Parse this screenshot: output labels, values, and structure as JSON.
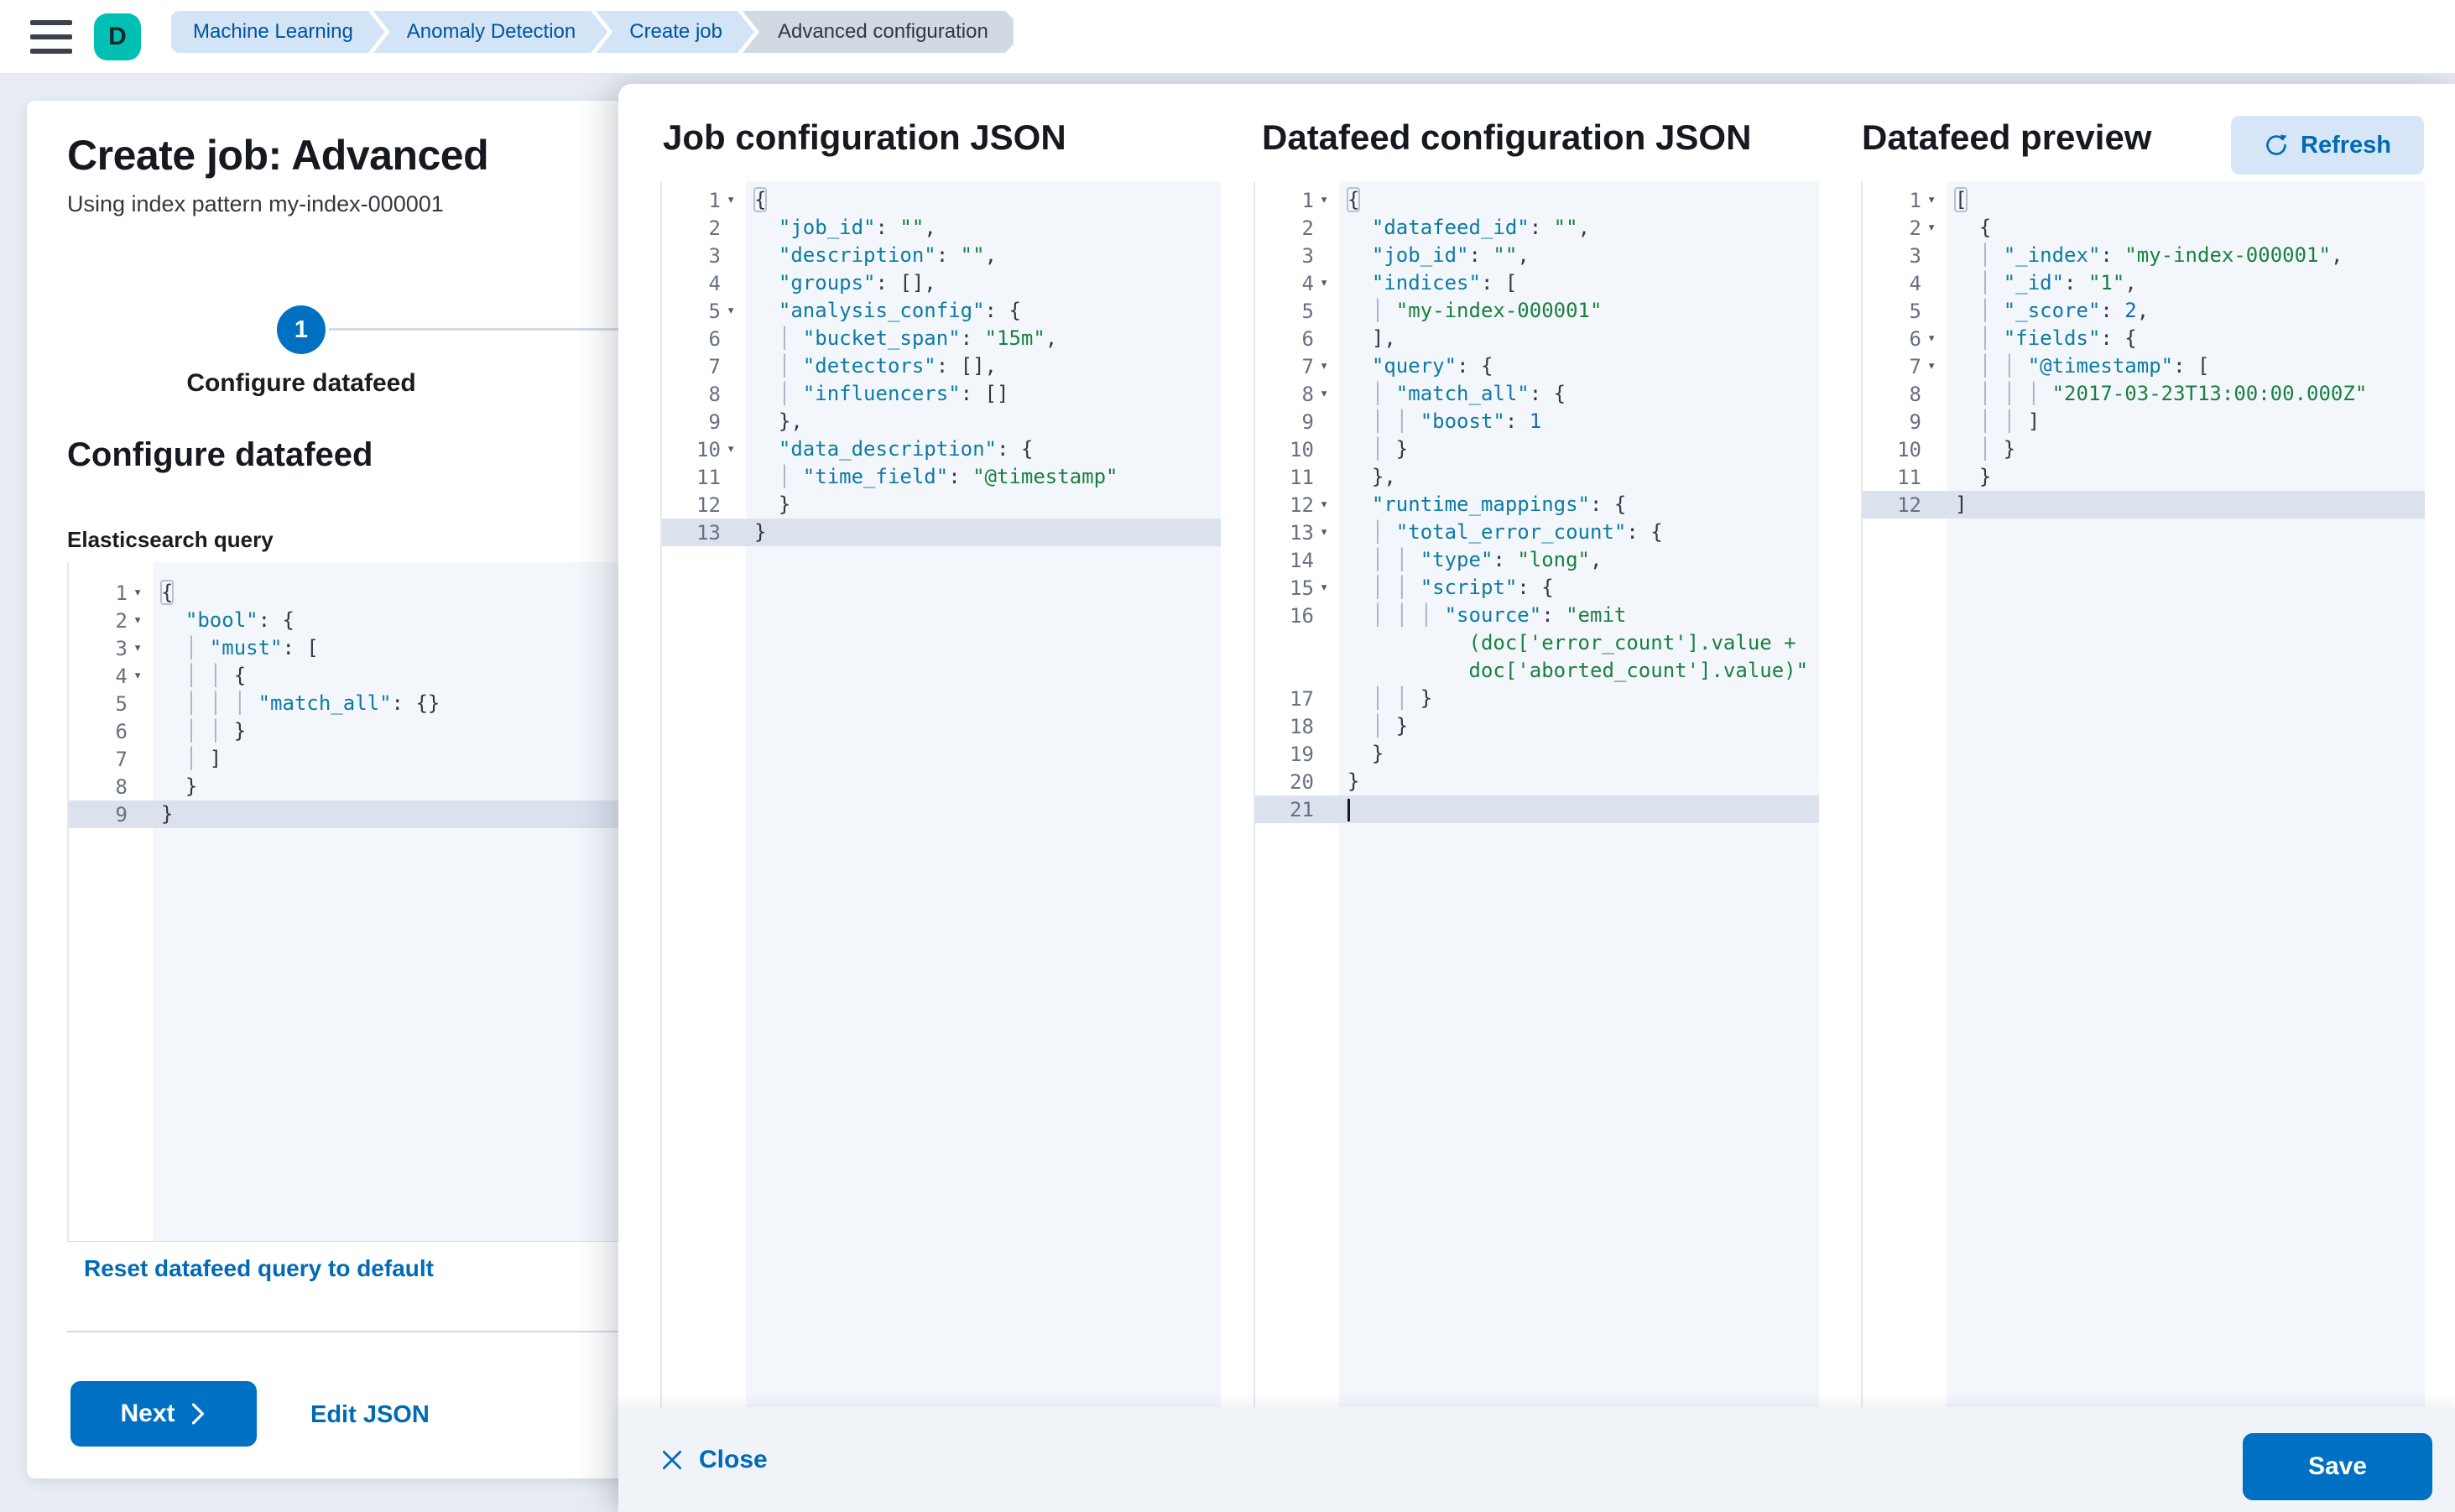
{
  "header": {
    "menu_icon": "menu-icon",
    "avatar_initial": "D",
    "breadcrumbs": [
      {
        "label": "Machine Learning",
        "current": false
      },
      {
        "label": "Anomaly Detection",
        "current": false
      },
      {
        "label": "Create job",
        "current": false
      },
      {
        "label": "Advanced configuration",
        "current": true
      }
    ]
  },
  "wizard": {
    "title": "Create job: Advanced",
    "subtitle": "Using index pattern my-index-000001",
    "step_number": "1",
    "step_label": "Configure datafeed",
    "section_heading": "Configure datafeed",
    "query_label": "Elasticsearch query",
    "reset_link": "Reset datafeed query to default",
    "next_label": "Next",
    "edit_json_label": "Edit JSON"
  },
  "flyout": {
    "panel_titles": [
      "Job configuration JSON",
      "Datafeed configuration JSON",
      "Datafeed preview"
    ],
    "refresh_label": "Refresh",
    "close_label": "Close",
    "save_label": "Save"
  },
  "colors": {
    "primary_button": "#0071c2",
    "link": "#006bb4",
    "avatar_teal": "#00bfb3",
    "breadcrumb_bg": "#d2e4f6",
    "breadcrumb_text": "#00539e",
    "breadcrumb_current_bg": "#d3d9e3",
    "code_key": "#0d7ba2",
    "code_string": "#1a8040",
    "code_number": "#1766c2",
    "code_punct": "#343741",
    "code_bg": "#f3f6fb",
    "code_active_line": "#dbe2ee",
    "step_circle": "#0071c2"
  },
  "editors": {
    "esQuery": {
      "lines": [
        [
          1,
          0,
          1,
          0,
          [
            [
              "pb",
              "{"
            ]
          ]
        ],
        [
          2,
          2,
          1,
          0,
          [
            [
              "k",
              "\"bool\""
            ],
            [
              "p",
              ": {"
            ]
          ]
        ],
        [
          3,
          4,
          1,
          0,
          [
            [
              "k",
              "\"must\""
            ],
            [
              "p",
              ": ["
            ]
          ]
        ],
        [
          4,
          6,
          1,
          0,
          [
            [
              "p",
              "{"
            ]
          ]
        ],
        [
          5,
          8,
          0,
          0,
          [
            [
              "k",
              "\"match_all\""
            ],
            [
              "p",
              ": {}"
            ]
          ]
        ],
        [
          6,
          6,
          0,
          0,
          [
            [
              "p",
              "}"
            ]
          ]
        ],
        [
          7,
          4,
          0,
          0,
          [
            [
              "p",
              "]"
            ]
          ]
        ],
        [
          8,
          2,
          0,
          0,
          [
            [
              "p",
              "}"
            ]
          ]
        ],
        [
          9,
          0,
          0,
          1,
          [
            [
              "p",
              "}"
            ]
          ]
        ]
      ]
    },
    "jobJson": {
      "lines": [
        [
          1,
          0,
          1,
          0,
          [
            [
              "pb",
              "{"
            ]
          ]
        ],
        [
          2,
          2,
          0,
          0,
          [
            [
              "k",
              "\"job_id\""
            ],
            [
              "p",
              ": "
            ],
            [
              "s",
              "\"\""
            ],
            [
              "p",
              ","
            ]
          ]
        ],
        [
          3,
          2,
          0,
          0,
          [
            [
              "k",
              "\"description\""
            ],
            [
              "p",
              ": "
            ],
            [
              "s",
              "\"\""
            ],
            [
              "p",
              ","
            ]
          ]
        ],
        [
          4,
          2,
          0,
          0,
          [
            [
              "k",
              "\"groups\""
            ],
            [
              "p",
              ": [],"
            ]
          ]
        ],
        [
          5,
          2,
          1,
          0,
          [
            [
              "k",
              "\"analysis_config\""
            ],
            [
              "p",
              ": {"
            ]
          ]
        ],
        [
          6,
          4,
          0,
          0,
          [
            [
              "k",
              "\"bucket_span\""
            ],
            [
              "p",
              ": "
            ],
            [
              "s",
              "\"15m\""
            ],
            [
              "p",
              ","
            ]
          ]
        ],
        [
          7,
          4,
          0,
          0,
          [
            [
              "k",
              "\"detectors\""
            ],
            [
              "p",
              ": [],"
            ]
          ]
        ],
        [
          8,
          4,
          0,
          0,
          [
            [
              "k",
              "\"influencers\""
            ],
            [
              "p",
              ": []"
            ]
          ]
        ],
        [
          9,
          2,
          0,
          0,
          [
            [
              "p",
              "},"
            ]
          ]
        ],
        [
          10,
          2,
          1,
          0,
          [
            [
              "k",
              "\"data_description\""
            ],
            [
              "p",
              ": {"
            ]
          ]
        ],
        [
          11,
          4,
          0,
          0,
          [
            [
              "k",
              "\"time_field\""
            ],
            [
              "p",
              ": "
            ],
            [
              "s",
              "\"@timestamp\""
            ]
          ]
        ],
        [
          12,
          2,
          0,
          0,
          [
            [
              "p",
              "}"
            ]
          ]
        ],
        [
          13,
          0,
          0,
          1,
          [
            [
              "p",
              "}"
            ]
          ]
        ]
      ]
    },
    "dfJson": {
      "lines": [
        [
          1,
          0,
          1,
          0,
          [
            [
              "pb",
              "{"
            ]
          ]
        ],
        [
          2,
          2,
          0,
          0,
          [
            [
              "k",
              "\"datafeed_id\""
            ],
            [
              "p",
              ": "
            ],
            [
              "s",
              "\"\""
            ],
            [
              "p",
              ","
            ]
          ]
        ],
        [
          3,
          2,
          0,
          0,
          [
            [
              "k",
              "\"job_id\""
            ],
            [
              "p",
              ": "
            ],
            [
              "s",
              "\"\""
            ],
            [
              "p",
              ","
            ]
          ]
        ],
        [
          4,
          2,
          1,
          0,
          [
            [
              "k",
              "\"indices\""
            ],
            [
              "p",
              ": ["
            ]
          ]
        ],
        [
          5,
          4,
          0,
          0,
          [
            [
              "s",
              "\"my-index-000001\""
            ]
          ]
        ],
        [
          6,
          2,
          0,
          0,
          [
            [
              "p",
              "],"
            ]
          ]
        ],
        [
          7,
          2,
          1,
          0,
          [
            [
              "k",
              "\"query\""
            ],
            [
              "p",
              ": {"
            ]
          ]
        ],
        [
          8,
          4,
          1,
          0,
          [
            [
              "k",
              "\"match_all\""
            ],
            [
              "p",
              ": {"
            ]
          ]
        ],
        [
          9,
          6,
          0,
          0,
          [
            [
              "k",
              "\"boost\""
            ],
            [
              "p",
              ": "
            ],
            [
              "n",
              "1"
            ]
          ]
        ],
        [
          10,
          4,
          0,
          0,
          [
            [
              "p",
              "}"
            ]
          ]
        ],
        [
          11,
          2,
          0,
          0,
          [
            [
              "p",
              "},"
            ]
          ]
        ],
        [
          12,
          2,
          1,
          0,
          [
            [
              "k",
              "\"runtime_mappings\""
            ],
            [
              "p",
              ": {"
            ]
          ]
        ],
        [
          13,
          4,
          1,
          0,
          [
            [
              "k",
              "\"total_error_count\""
            ],
            [
              "p",
              ": {"
            ]
          ]
        ],
        [
          14,
          6,
          0,
          0,
          [
            [
              "k",
              "\"type\""
            ],
            [
              "p",
              ": "
            ],
            [
              "s",
              "\"long\""
            ],
            [
              "p",
              ","
            ]
          ]
        ],
        [
          15,
          6,
          1,
          0,
          [
            [
              "k",
              "\"script\""
            ],
            [
              "p",
              ": {"
            ]
          ]
        ],
        [
          16,
          8,
          0,
          0,
          [
            [
              "k",
              "\"source\""
            ],
            [
              "p",
              ": "
            ],
            [
              "s",
              "\"emit"
            ]
          ]
        ],
        [
          null,
          10,
          0,
          0,
          [
            [
              "s",
              "(doc['error_count'].value +"
            ]
          ]
        ],
        [
          null,
          10,
          0,
          0,
          [
            [
              "s",
              "doc['aborted_count'].value)\""
            ]
          ]
        ],
        [
          17,
          6,
          0,
          0,
          [
            [
              "p",
              "}"
            ]
          ]
        ],
        [
          18,
          4,
          0,
          0,
          [
            [
              "p",
              "}"
            ]
          ]
        ],
        [
          19,
          2,
          0,
          0,
          [
            [
              "p",
              "}"
            ]
          ]
        ],
        [
          20,
          0,
          0,
          0,
          [
            [
              "p",
              "}"
            ]
          ]
        ],
        [
          21,
          0,
          0,
          1,
          [
            [
              "c",
              ""
            ]
          ]
        ]
      ]
    },
    "preview": {
      "lines": [
        [
          1,
          0,
          1,
          0,
          [
            [
              "pb",
              "["
            ]
          ]
        ],
        [
          2,
          2,
          1,
          0,
          [
            [
              "p",
              "{"
            ]
          ]
        ],
        [
          3,
          4,
          0,
          0,
          [
            [
              "k",
              "\"_index\""
            ],
            [
              "p",
              ": "
            ],
            [
              "s",
              "\"my-index-000001\""
            ],
            [
              "p",
              ","
            ]
          ]
        ],
        [
          4,
          4,
          0,
          0,
          [
            [
              "k",
              "\"_id\""
            ],
            [
              "p",
              ": "
            ],
            [
              "s",
              "\"1\""
            ],
            [
              "p",
              ","
            ]
          ]
        ],
        [
          5,
          4,
          0,
          0,
          [
            [
              "k",
              "\"_score\""
            ],
            [
              "p",
              ": "
            ],
            [
              "n",
              "2"
            ],
            [
              "p",
              ","
            ]
          ]
        ],
        [
          6,
          4,
          1,
          0,
          [
            [
              "k",
              "\"fields\""
            ],
            [
              "p",
              ": {"
            ]
          ]
        ],
        [
          7,
          6,
          1,
          0,
          [
            [
              "k",
              "\"@timestamp\""
            ],
            [
              "p",
              ": ["
            ]
          ]
        ],
        [
          8,
          8,
          0,
          0,
          [
            [
              "s",
              "\"2017-03-23T13:00:00.000Z\""
            ]
          ]
        ],
        [
          9,
          6,
          0,
          0,
          [
            [
              "p",
              "]"
            ]
          ]
        ],
        [
          10,
          4,
          0,
          0,
          [
            [
              "p",
              "}"
            ]
          ]
        ],
        [
          11,
          2,
          0,
          0,
          [
            [
              "p",
              "}"
            ]
          ]
        ],
        [
          12,
          0,
          0,
          1,
          [
            [
              "p",
              "]"
            ]
          ]
        ]
      ]
    }
  }
}
